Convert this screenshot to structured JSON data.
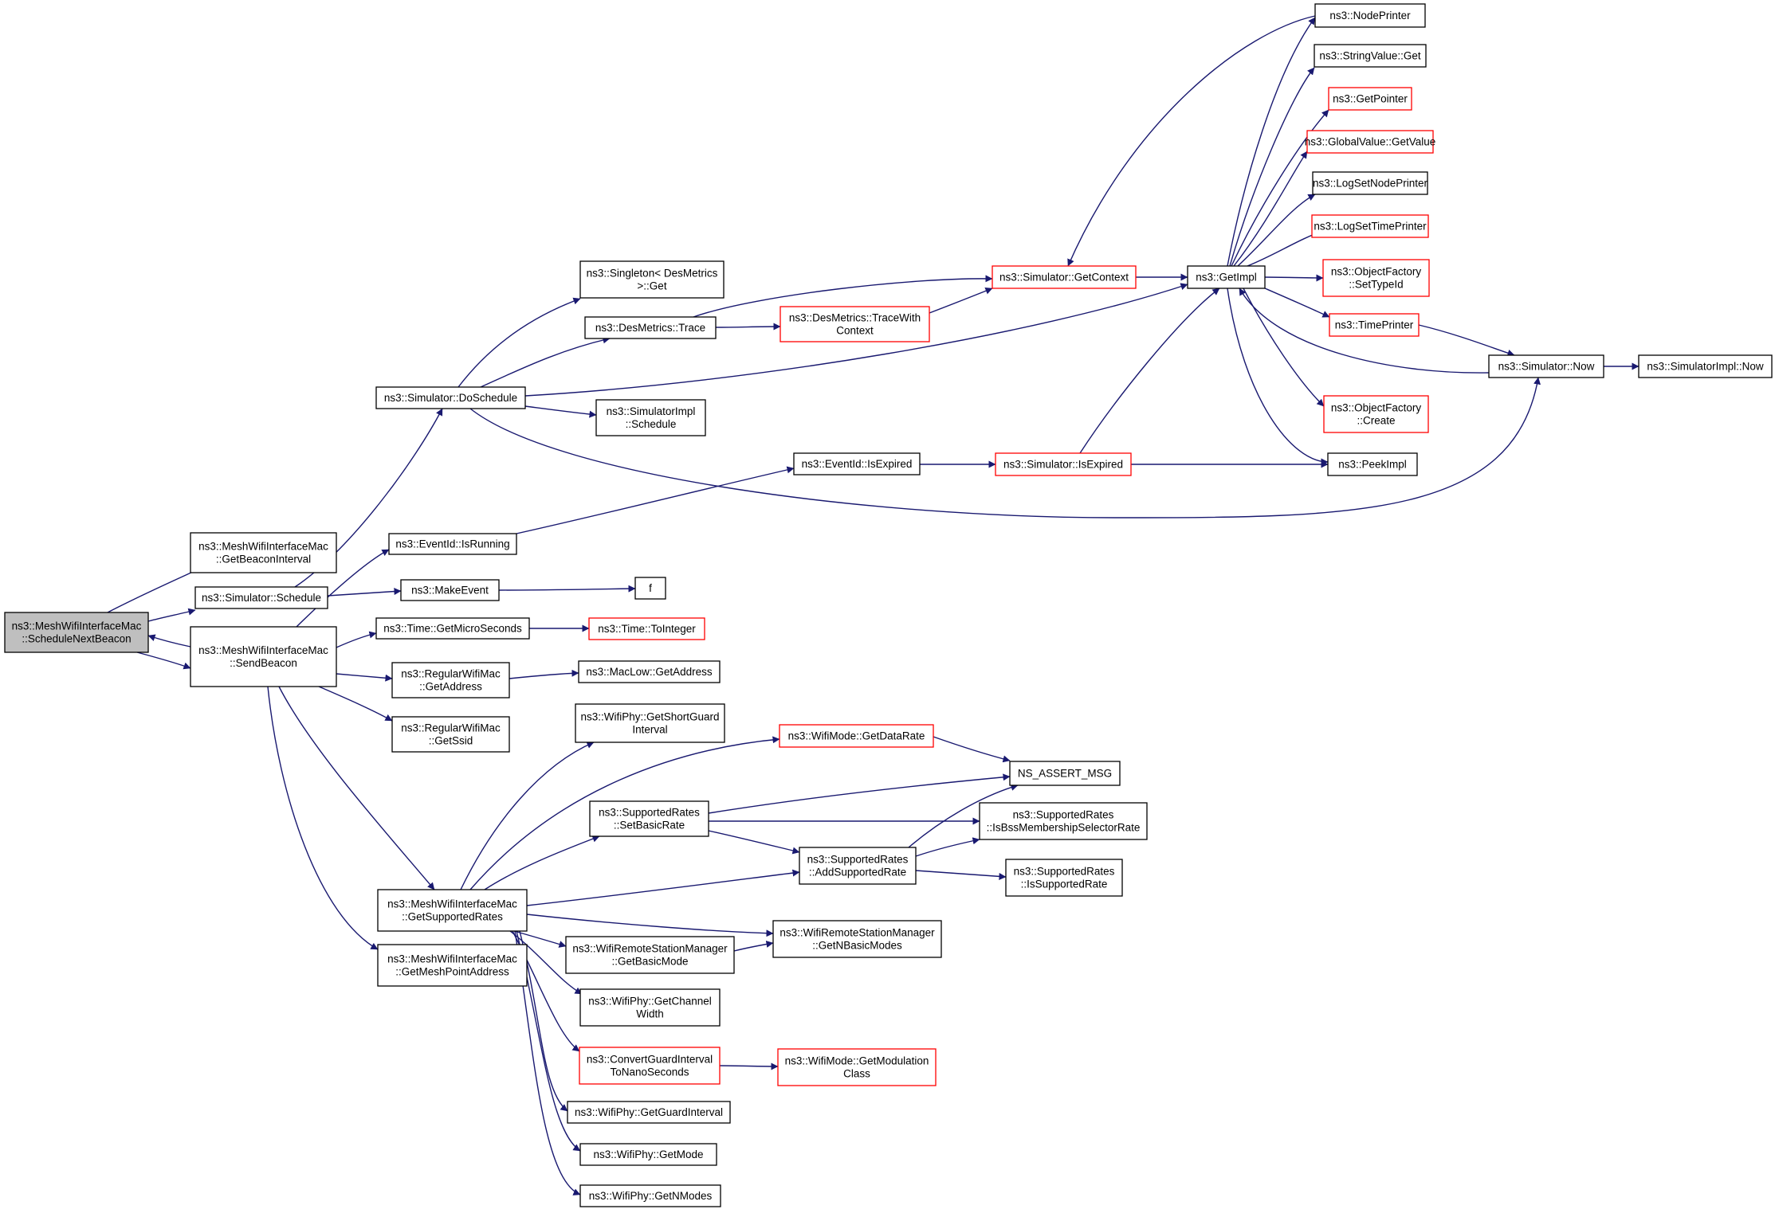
{
  "colors": {
    "edge": "#191970",
    "node_border": "#000000",
    "node_border_truncated": "#ff0000",
    "node_fill": "#ffffff",
    "node_fill_root": "#bfbfbf",
    "text": "#000000"
  },
  "nodes": [
    {
      "id": "n0",
      "lines": [
        "ns3::MeshWifiInterfaceMac",
        "::ScheduleNextBeacon"
      ],
      "style": "root"
    },
    {
      "id": "n1",
      "lines": [
        "ns3::MeshWifiInterfaceMac",
        "::GetBeaconInterval"
      ],
      "style": "normal"
    },
    {
      "id": "n2",
      "lines": [
        "ns3::Simulator::Schedule"
      ],
      "style": "normal"
    },
    {
      "id": "n3",
      "lines": [
        "ns3::MeshWifiInterfaceMac",
        "::SendBeacon"
      ],
      "style": "normal"
    },
    {
      "id": "n4",
      "lines": [
        "ns3::Simulator::DoSchedule"
      ],
      "style": "normal"
    },
    {
      "id": "n5",
      "lines": [
        "ns3::MakeEvent"
      ],
      "style": "normal"
    },
    {
      "id": "n6",
      "lines": [
        "ns3::EventId::IsRunning"
      ],
      "style": "normal"
    },
    {
      "id": "n7",
      "lines": [
        "ns3::Time::GetMicroSeconds"
      ],
      "style": "normal"
    },
    {
      "id": "n8",
      "lines": [
        "ns3::RegularWifiMac",
        "::GetAddress"
      ],
      "style": "normal"
    },
    {
      "id": "n9",
      "lines": [
        "ns3::RegularWifiMac",
        "::GetSsid"
      ],
      "style": "normal"
    },
    {
      "id": "n10",
      "lines": [
        "ns3::MeshWifiInterfaceMac",
        "::GetSupportedRates"
      ],
      "style": "normal"
    },
    {
      "id": "n11",
      "lines": [
        "ns3::MeshWifiInterfaceMac",
        "::GetMeshPointAddress"
      ],
      "style": "normal"
    },
    {
      "id": "n12",
      "lines": [
        "ns3::Singleton< DesMetrics",
        " >::Get"
      ],
      "style": "normal"
    },
    {
      "id": "n13",
      "lines": [
        "ns3::DesMetrics::Trace"
      ],
      "style": "normal"
    },
    {
      "id": "n14",
      "lines": [
        "ns3::SimulatorImpl",
        "::Schedule"
      ],
      "style": "normal"
    },
    {
      "id": "n15",
      "lines": [
        "f"
      ],
      "style": "normal"
    },
    {
      "id": "n16",
      "lines": [
        "ns3::Time::ToInteger"
      ],
      "style": "truncated"
    },
    {
      "id": "n17",
      "lines": [
        "ns3::MacLow::GetAddress"
      ],
      "style": "normal"
    },
    {
      "id": "n18",
      "lines": [
        "ns3::WifiPhy::GetShortGuard",
        "Interval"
      ],
      "style": "normal"
    },
    {
      "id": "n19",
      "lines": [
        "ns3::SupportedRates",
        "::SetBasicRate"
      ],
      "style": "normal"
    },
    {
      "id": "n20",
      "lines": [
        "ns3::WifiRemoteStationManager",
        "::GetBasicMode"
      ],
      "style": "normal"
    },
    {
      "id": "n21",
      "lines": [
        "ns3::WifiPhy::GetChannel",
        "Width"
      ],
      "style": "normal"
    },
    {
      "id": "n22",
      "lines": [
        "ns3::ConvertGuardInterval",
        "ToNanoSeconds"
      ],
      "style": "truncated"
    },
    {
      "id": "n23",
      "lines": [
        "ns3::WifiPhy::GetGuardInterval"
      ],
      "style": "normal"
    },
    {
      "id": "n24",
      "lines": [
        "ns3::WifiPhy::GetMode"
      ],
      "style": "normal"
    },
    {
      "id": "n25",
      "lines": [
        "ns3::WifiPhy::GetNModes"
      ],
      "style": "normal"
    },
    {
      "id": "n26",
      "lines": [
        "ns3::DesMetrics::TraceWith",
        "Context"
      ],
      "style": "truncated"
    },
    {
      "id": "n27",
      "lines": [
        "ns3::Simulator::GetContext"
      ],
      "style": "truncated"
    },
    {
      "id": "n28",
      "lines": [
        "ns3::EventId::IsExpired"
      ],
      "style": "normal"
    },
    {
      "id": "n29",
      "lines": [
        "ns3::Simulator::IsExpired"
      ],
      "style": "truncated"
    },
    {
      "id": "n30",
      "lines": [
        "ns3::WifiMode::GetDataRate"
      ],
      "style": "truncated"
    },
    {
      "id": "n31",
      "lines": [
        "ns3::SupportedRates",
        "::AddSupportedRate"
      ],
      "style": "normal"
    },
    {
      "id": "n32",
      "lines": [
        "ns3::WifiRemoteStationManager",
        "::GetNBasicModes"
      ],
      "style": "normal"
    },
    {
      "id": "n33",
      "lines": [
        "ns3::WifiMode::GetModulation",
        "Class"
      ],
      "style": "truncated"
    },
    {
      "id": "n34",
      "lines": [
        "ns3::GetImpl"
      ],
      "style": "normal"
    },
    {
      "id": "n35",
      "lines": [
        "NS_ASSERT_MSG"
      ],
      "style": "normal"
    },
    {
      "id": "n36",
      "lines": [
        "ns3::SupportedRates",
        "::IsBssMembershipSelectorRate"
      ],
      "style": "normal"
    },
    {
      "id": "n37",
      "lines": [
        "ns3::SupportedRates",
        "::IsSupportedRate"
      ],
      "style": "normal"
    },
    {
      "id": "n38",
      "lines": [
        "ns3::NodePrinter"
      ],
      "style": "normal"
    },
    {
      "id": "n39",
      "lines": [
        "ns3::StringValue::Get"
      ],
      "style": "normal"
    },
    {
      "id": "n40",
      "lines": [
        "ns3::GetPointer"
      ],
      "style": "truncated"
    },
    {
      "id": "n41",
      "lines": [
        "ns3::GlobalValue::GetValue"
      ],
      "style": "truncated"
    },
    {
      "id": "n42",
      "lines": [
        "ns3::LogSetNodePrinter"
      ],
      "style": "normal"
    },
    {
      "id": "n43",
      "lines": [
        "ns3::LogSetTimePrinter"
      ],
      "style": "truncated"
    },
    {
      "id": "n44",
      "lines": [
        "ns3::ObjectFactory",
        "::SetTypeId"
      ],
      "style": "truncated"
    },
    {
      "id": "n45",
      "lines": [
        "ns3::TimePrinter"
      ],
      "style": "truncated"
    },
    {
      "id": "n46",
      "lines": [
        "ns3::ObjectFactory",
        "::Create"
      ],
      "style": "truncated"
    },
    {
      "id": "n47",
      "lines": [
        "ns3::PeekImpl"
      ],
      "style": "normal"
    },
    {
      "id": "n48",
      "lines": [
        "ns3::Simulator::Now"
      ],
      "style": "normal"
    },
    {
      "id": "n49",
      "lines": [
        "ns3::SimulatorImpl::Now"
      ],
      "style": "normal"
    }
  ],
  "edges": [
    [
      "n0",
      "n1"
    ],
    [
      "n0",
      "n2"
    ],
    [
      "n0",
      "n3"
    ],
    [
      "n3",
      "n0"
    ],
    [
      "n2",
      "n4"
    ],
    [
      "n2",
      "n5"
    ],
    [
      "n5",
      "n15"
    ],
    [
      "n4",
      "n12"
    ],
    [
      "n4",
      "n13"
    ],
    [
      "n4",
      "n14"
    ],
    [
      "n4",
      "n34"
    ],
    [
      "n4",
      "n48"
    ],
    [
      "n13",
      "n26"
    ],
    [
      "n13",
      "n27"
    ],
    [
      "n26",
      "n27"
    ],
    [
      "n27",
      "n34"
    ],
    [
      "n34",
      "n27"
    ],
    [
      "n34",
      "n38"
    ],
    [
      "n34",
      "n39"
    ],
    [
      "n34",
      "n40"
    ],
    [
      "n34",
      "n41"
    ],
    [
      "n34",
      "n42"
    ],
    [
      "n34",
      "n43"
    ],
    [
      "n34",
      "n44"
    ],
    [
      "n34",
      "n45"
    ],
    [
      "n34",
      "n46"
    ],
    [
      "n34",
      "n47"
    ],
    [
      "n45",
      "n48"
    ],
    [
      "n48",
      "n34"
    ],
    [
      "n48",
      "n49"
    ],
    [
      "n3",
      "n6"
    ],
    [
      "n6",
      "n28"
    ],
    [
      "n28",
      "n29"
    ],
    [
      "n29",
      "n34"
    ],
    [
      "n29",
      "n47"
    ],
    [
      "n3",
      "n7"
    ],
    [
      "n7",
      "n16"
    ],
    [
      "n3",
      "n8"
    ],
    [
      "n8",
      "n17"
    ],
    [
      "n3",
      "n9"
    ],
    [
      "n3",
      "n10"
    ],
    [
      "n3",
      "n11"
    ],
    [
      "n10",
      "n18"
    ],
    [
      "n10",
      "n30"
    ],
    [
      "n10",
      "n19"
    ],
    [
      "n10",
      "n31"
    ],
    [
      "n10",
      "n32"
    ],
    [
      "n10",
      "n20"
    ],
    [
      "n10",
      "n21"
    ],
    [
      "n10",
      "n22"
    ],
    [
      "n10",
      "n23"
    ],
    [
      "n10",
      "n24"
    ],
    [
      "n10",
      "n25"
    ],
    [
      "n30",
      "n35"
    ],
    [
      "n19",
      "n35"
    ],
    [
      "n19",
      "n36"
    ],
    [
      "n19",
      "n31"
    ],
    [
      "n31",
      "n35"
    ],
    [
      "n31",
      "n36"
    ],
    [
      "n31",
      "n37"
    ],
    [
      "n20",
      "n32"
    ],
    [
      "n22",
      "n33"
    ]
  ]
}
